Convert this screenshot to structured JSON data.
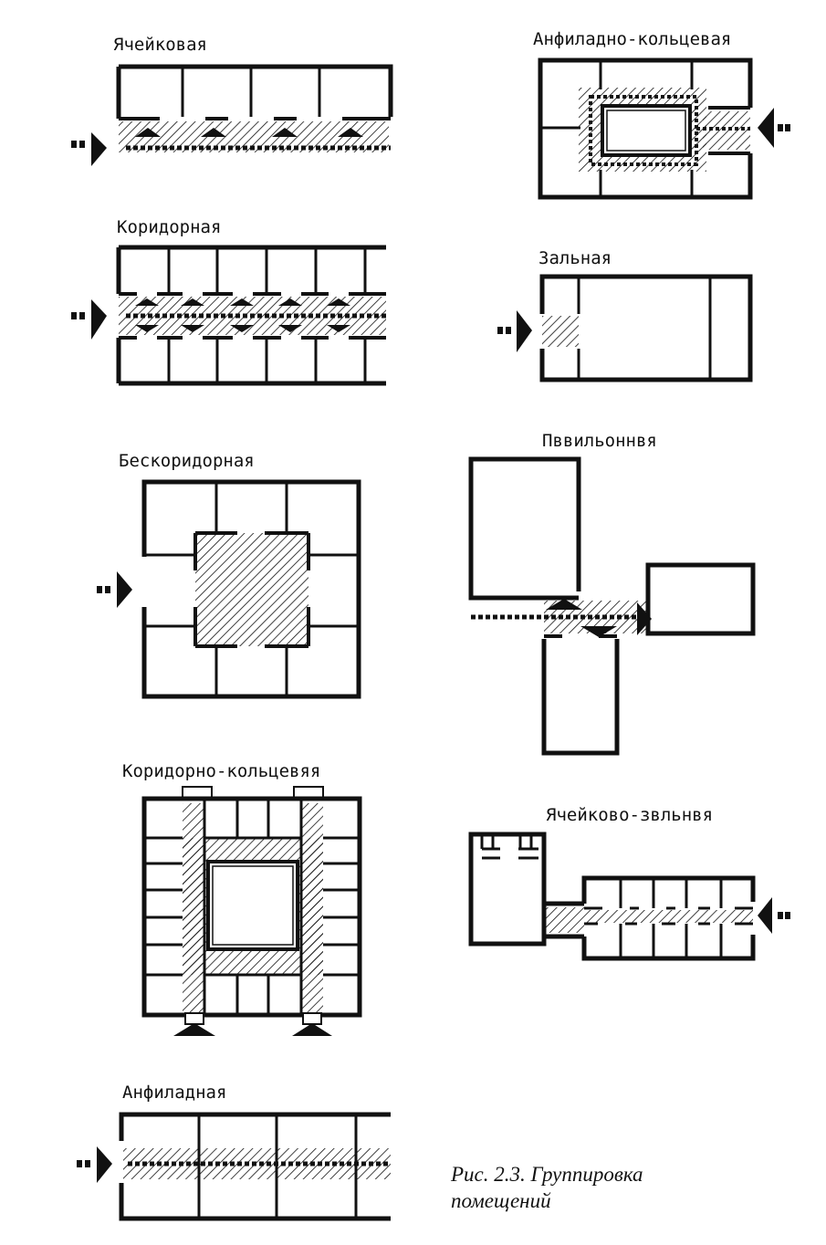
{
  "labels": {
    "cellular": "Ячейковая",
    "corridor": "Коридорная",
    "corridorless": "Бескоридорная",
    "corridor_ring": "Коридорно-кольцевяя",
    "enfilade": "Анфиладная",
    "enfilade_ring": "Анфиладно-кольцевая",
    "hall": "Зальная",
    "pavilion": "Пввильоннвя",
    "cellular_hall": "Ячейково-звльнвя"
  },
  "caption": {
    "line1": "Рис. 2.3. Группировка",
    "line2": "помещений"
  },
  "colors": {
    "ink": "#111111",
    "paper": "#ffffff"
  }
}
